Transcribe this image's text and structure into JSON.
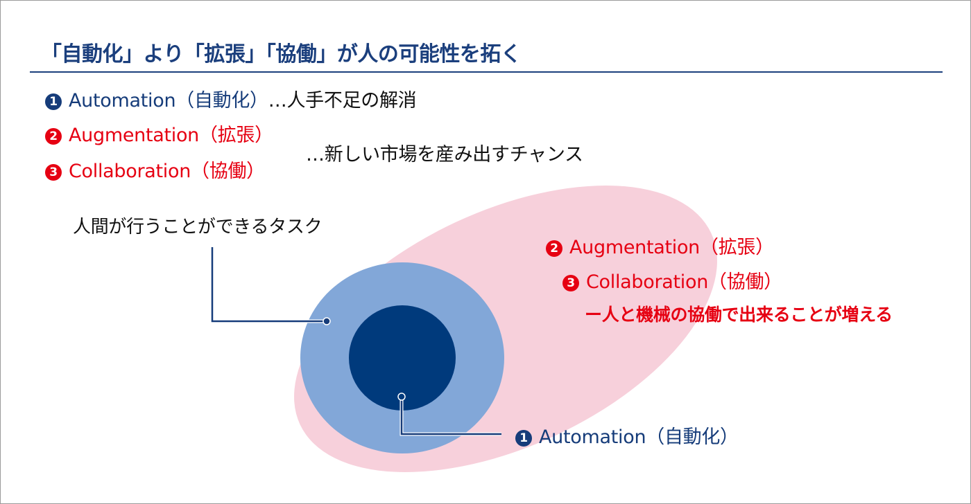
{
  "title": "「自動化」より「拡張」「協働」が人の可能性を拓く",
  "legend": [
    {
      "num": "1",
      "label": "Automation（自動化）",
      "desc": "…人手不足の解消"
    },
    {
      "num": "2",
      "label": "Augmentation（拡張）"
    },
    {
      "num": "3",
      "label": "Collaboration（協働）"
    }
  ],
  "legend_shared_desc": "…新しい市場を産み出すチャンス",
  "diagram": {
    "human_tasks_label": "人間が行うことができるタスク",
    "augmentation_label": "Augmentation（拡張）",
    "collaboration_label": "Collaboration（協働）",
    "collab_desc": "ー人と機械の協働で出来ることが増える",
    "automation_label": "Automation（自動化）",
    "num1": "1",
    "num2": "2",
    "num3": "3"
  },
  "colors": {
    "navy": "#163c7a",
    "red": "#e60012",
    "pink": "#f7d0db",
    "light_blue": "#82a7d8",
    "dark_blue": "#003a7c"
  }
}
